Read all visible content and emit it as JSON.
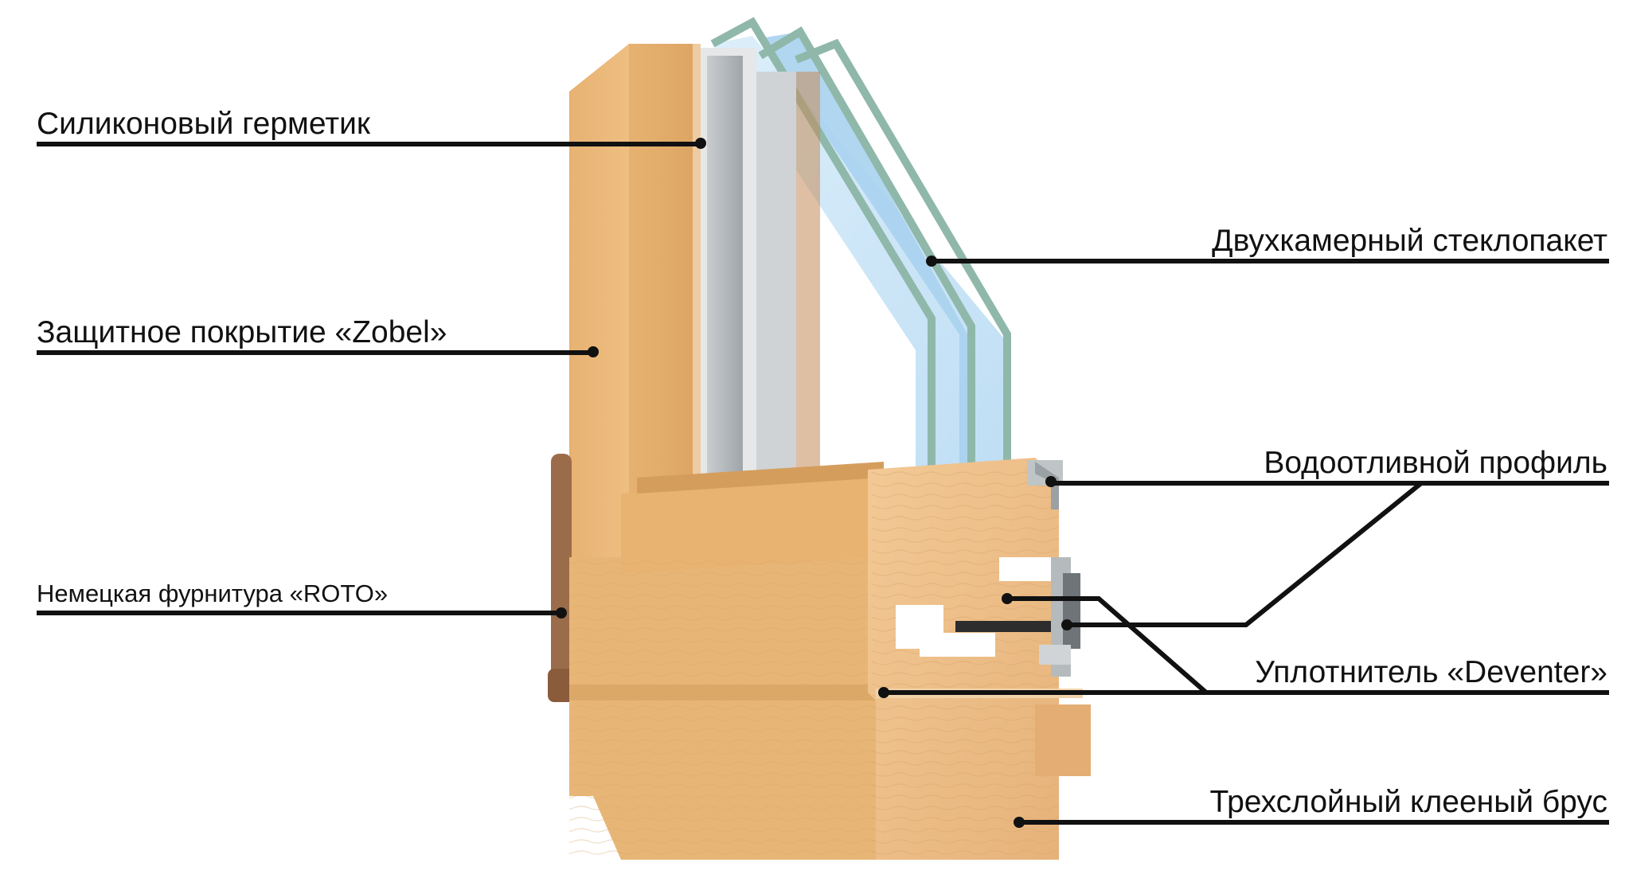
{
  "labels": {
    "silicone_sealant": "Силиконовый герметик",
    "protective_coating": "Защитное покрытие «Zobel»",
    "hardware": "Немецкая фурнитура «ROTO»",
    "double_glazing": "Двухкамерный стеклопакет",
    "drip_profile": "Водоотливной профиль",
    "gasket": "Уплотнитель «Deventer»",
    "laminated_timber": "Трехслойный клееный брус"
  },
  "colors": {
    "line": "#111111",
    "wood_light": "#e9b878",
    "wood_mid": "#d9a262",
    "wood_dark": "#c48a4c",
    "wood_end": "#f0c48f",
    "glass": "#bfe0f6",
    "glass_edge": "#8fb5a8",
    "spacer": "#9aa0a3",
    "hardware": "#9a6a48"
  }
}
